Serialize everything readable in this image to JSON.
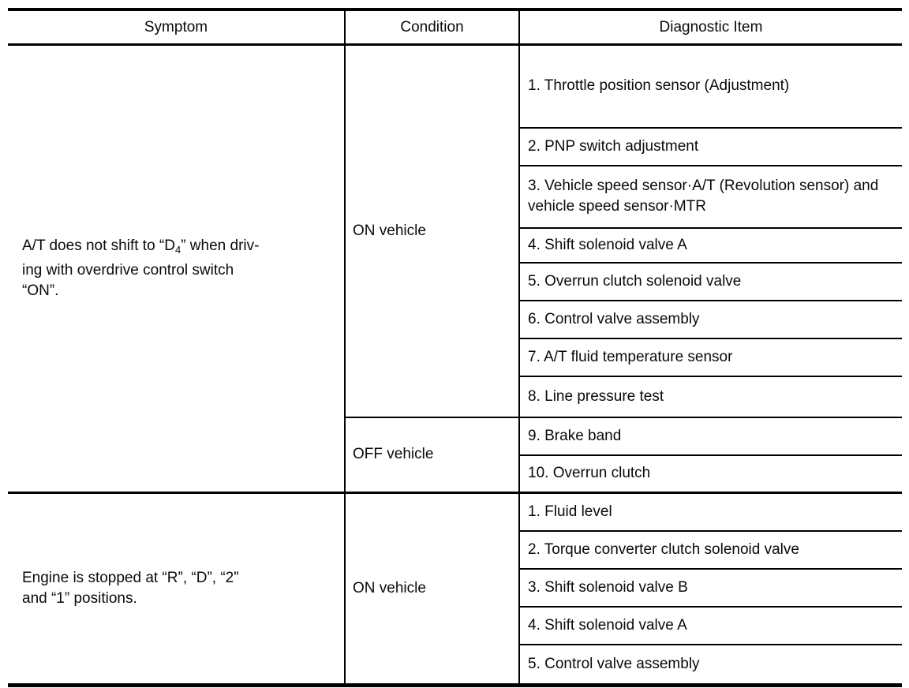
{
  "table": {
    "headers": [
      "Symptom",
      "Condition",
      "Diagnostic Item"
    ],
    "symptom1": {
      "line1_pre": "A/T does not shift to “D",
      "line1_sub": "4",
      "line1_post": "” when driv-",
      "line2": "ing with overdrive control switch",
      "line3": "“ON”.",
      "on_vehicle_label": "ON vehicle",
      "on_items": [
        "1. Throttle position sensor (Adjustment)",
        "2. PNP switch adjustment",
        "3. Vehicle speed sensor·A/T (Revolution sensor) and vehicle speed sensor·MTR",
        "4. Shift solenoid valve A",
        "5. Overrun clutch solenoid valve",
        "6. Control valve assembly",
        "7. A/T fluid temperature sensor",
        "8. Line pressure test"
      ],
      "off_vehicle_label": "OFF vehicle",
      "off_items": [
        "9. Brake band",
        "10. Overrun clutch"
      ]
    },
    "symptom2": {
      "line1": "Engine is stopped at “R”, “D”, “2”",
      "line2": "and “1” positions.",
      "condition_label": "ON vehicle",
      "items": [
        "1. Fluid level",
        "2. Torque converter clutch solenoid valve",
        "3. Shift solenoid valve B",
        "4. Shift solenoid valve A",
        "5. Control valve assembly"
      ]
    }
  }
}
